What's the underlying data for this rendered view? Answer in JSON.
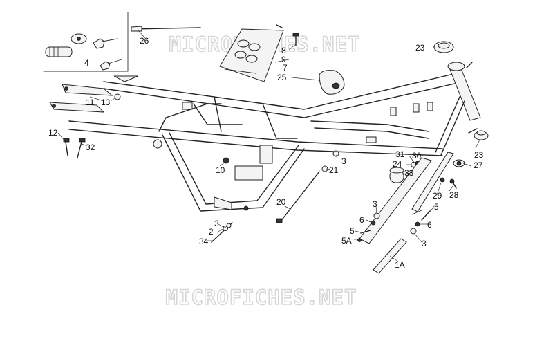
{
  "watermark": {
    "top": "MICROFICHES.NET",
    "bottom": "MICROFICHES.NET"
  },
  "callouts": [
    {
      "id": "26",
      "label": "26"
    },
    {
      "id": "4",
      "label": "4"
    },
    {
      "id": "8",
      "label": "8"
    },
    {
      "id": "9",
      "label": "9"
    },
    {
      "id": "7",
      "label": "7"
    },
    {
      "id": "25",
      "label": "25"
    },
    {
      "id": "23a",
      "label": "23"
    },
    {
      "id": "11",
      "label": "11"
    },
    {
      "id": "13",
      "label": "13"
    },
    {
      "id": "12",
      "label": "12"
    },
    {
      "id": "32",
      "label": "32"
    },
    {
      "id": "10",
      "label": "10"
    },
    {
      "id": "3a",
      "label": "3"
    },
    {
      "id": "21",
      "label": "21"
    },
    {
      "id": "31",
      "label": "31"
    },
    {
      "id": "30",
      "label": "30"
    },
    {
      "id": "24",
      "label": "24"
    },
    {
      "id": "33",
      "label": "33"
    },
    {
      "id": "23b",
      "label": "23"
    },
    {
      "id": "27",
      "label": "27"
    },
    {
      "id": "28",
      "label": "28"
    },
    {
      "id": "29",
      "label": "29"
    },
    {
      "id": "5a",
      "label": "5"
    },
    {
      "id": "6a",
      "label": "6"
    },
    {
      "id": "3b",
      "label": "3"
    },
    {
      "id": "20",
      "label": "20"
    },
    {
      "id": "3c",
      "label": "3"
    },
    {
      "id": "2",
      "label": "2"
    },
    {
      "id": "34",
      "label": "34"
    },
    {
      "id": "3d",
      "label": "3"
    },
    {
      "id": "6b",
      "label": "6"
    },
    {
      "id": "5b",
      "label": "5"
    },
    {
      "id": "5A",
      "label": "5A"
    },
    {
      "id": "3e",
      "label": "3"
    },
    {
      "id": "1A",
      "label": "1A"
    }
  ]
}
